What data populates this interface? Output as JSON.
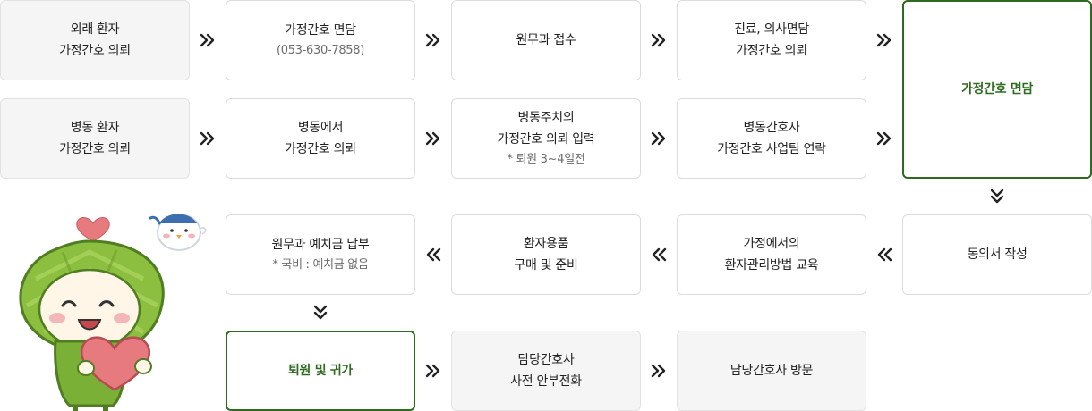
{
  "row1": {
    "outpatient": [
      "외래 환자",
      "가정간호 의뢰"
    ],
    "consult_title": "가정간호 면담",
    "consult_phone": "(053-630-7858)",
    "reception": "원무과 접수",
    "treatment": [
      "진료, 의사면담",
      "가정간호 의뢰"
    ]
  },
  "row2": {
    "ward_patient": [
      "병동 환자",
      "가정간호 의뢰"
    ],
    "ward_request": [
      "병동에서",
      "가정간호 의뢰"
    ],
    "doctor_input": [
      "병동주치의",
      "가정간호 의뢰 입력"
    ],
    "doctor_input_note": "* 퇴원 3~4일전",
    "nurse_contact": [
      "병동간호사",
      "가정간호 사업팀 연락"
    ]
  },
  "home_consult": "가정간호 면담",
  "row3": {
    "consent": "동의서 작성",
    "education": [
      "가정에서의",
      "환자관리방법 교육"
    ],
    "supplies": [
      "환자용품",
      "구매 및 준비"
    ],
    "payment": "원무과 예치금 납부",
    "payment_note": "* 국비 : 예치금 없음"
  },
  "row4": {
    "discharge": "퇴원 및 귀가",
    "pre_call": [
      "담당간호사",
      "사전 안부전화"
    ],
    "visit": "담당간호사 방문"
  },
  "colors": {
    "accent_green": "#2e6b1f",
    "box_border": "#dcdcdc",
    "box_gray": "#f5f5f5",
    "arrow": "#222222",
    "mascot_leaf": "#8cbf3f",
    "mascot_heart": "#e77a7e"
  },
  "icons": {
    "flow_arrow": "double-chevron",
    "mascot": "leaf-character-holding-heart",
    "bird": "blue-cap-bird"
  }
}
